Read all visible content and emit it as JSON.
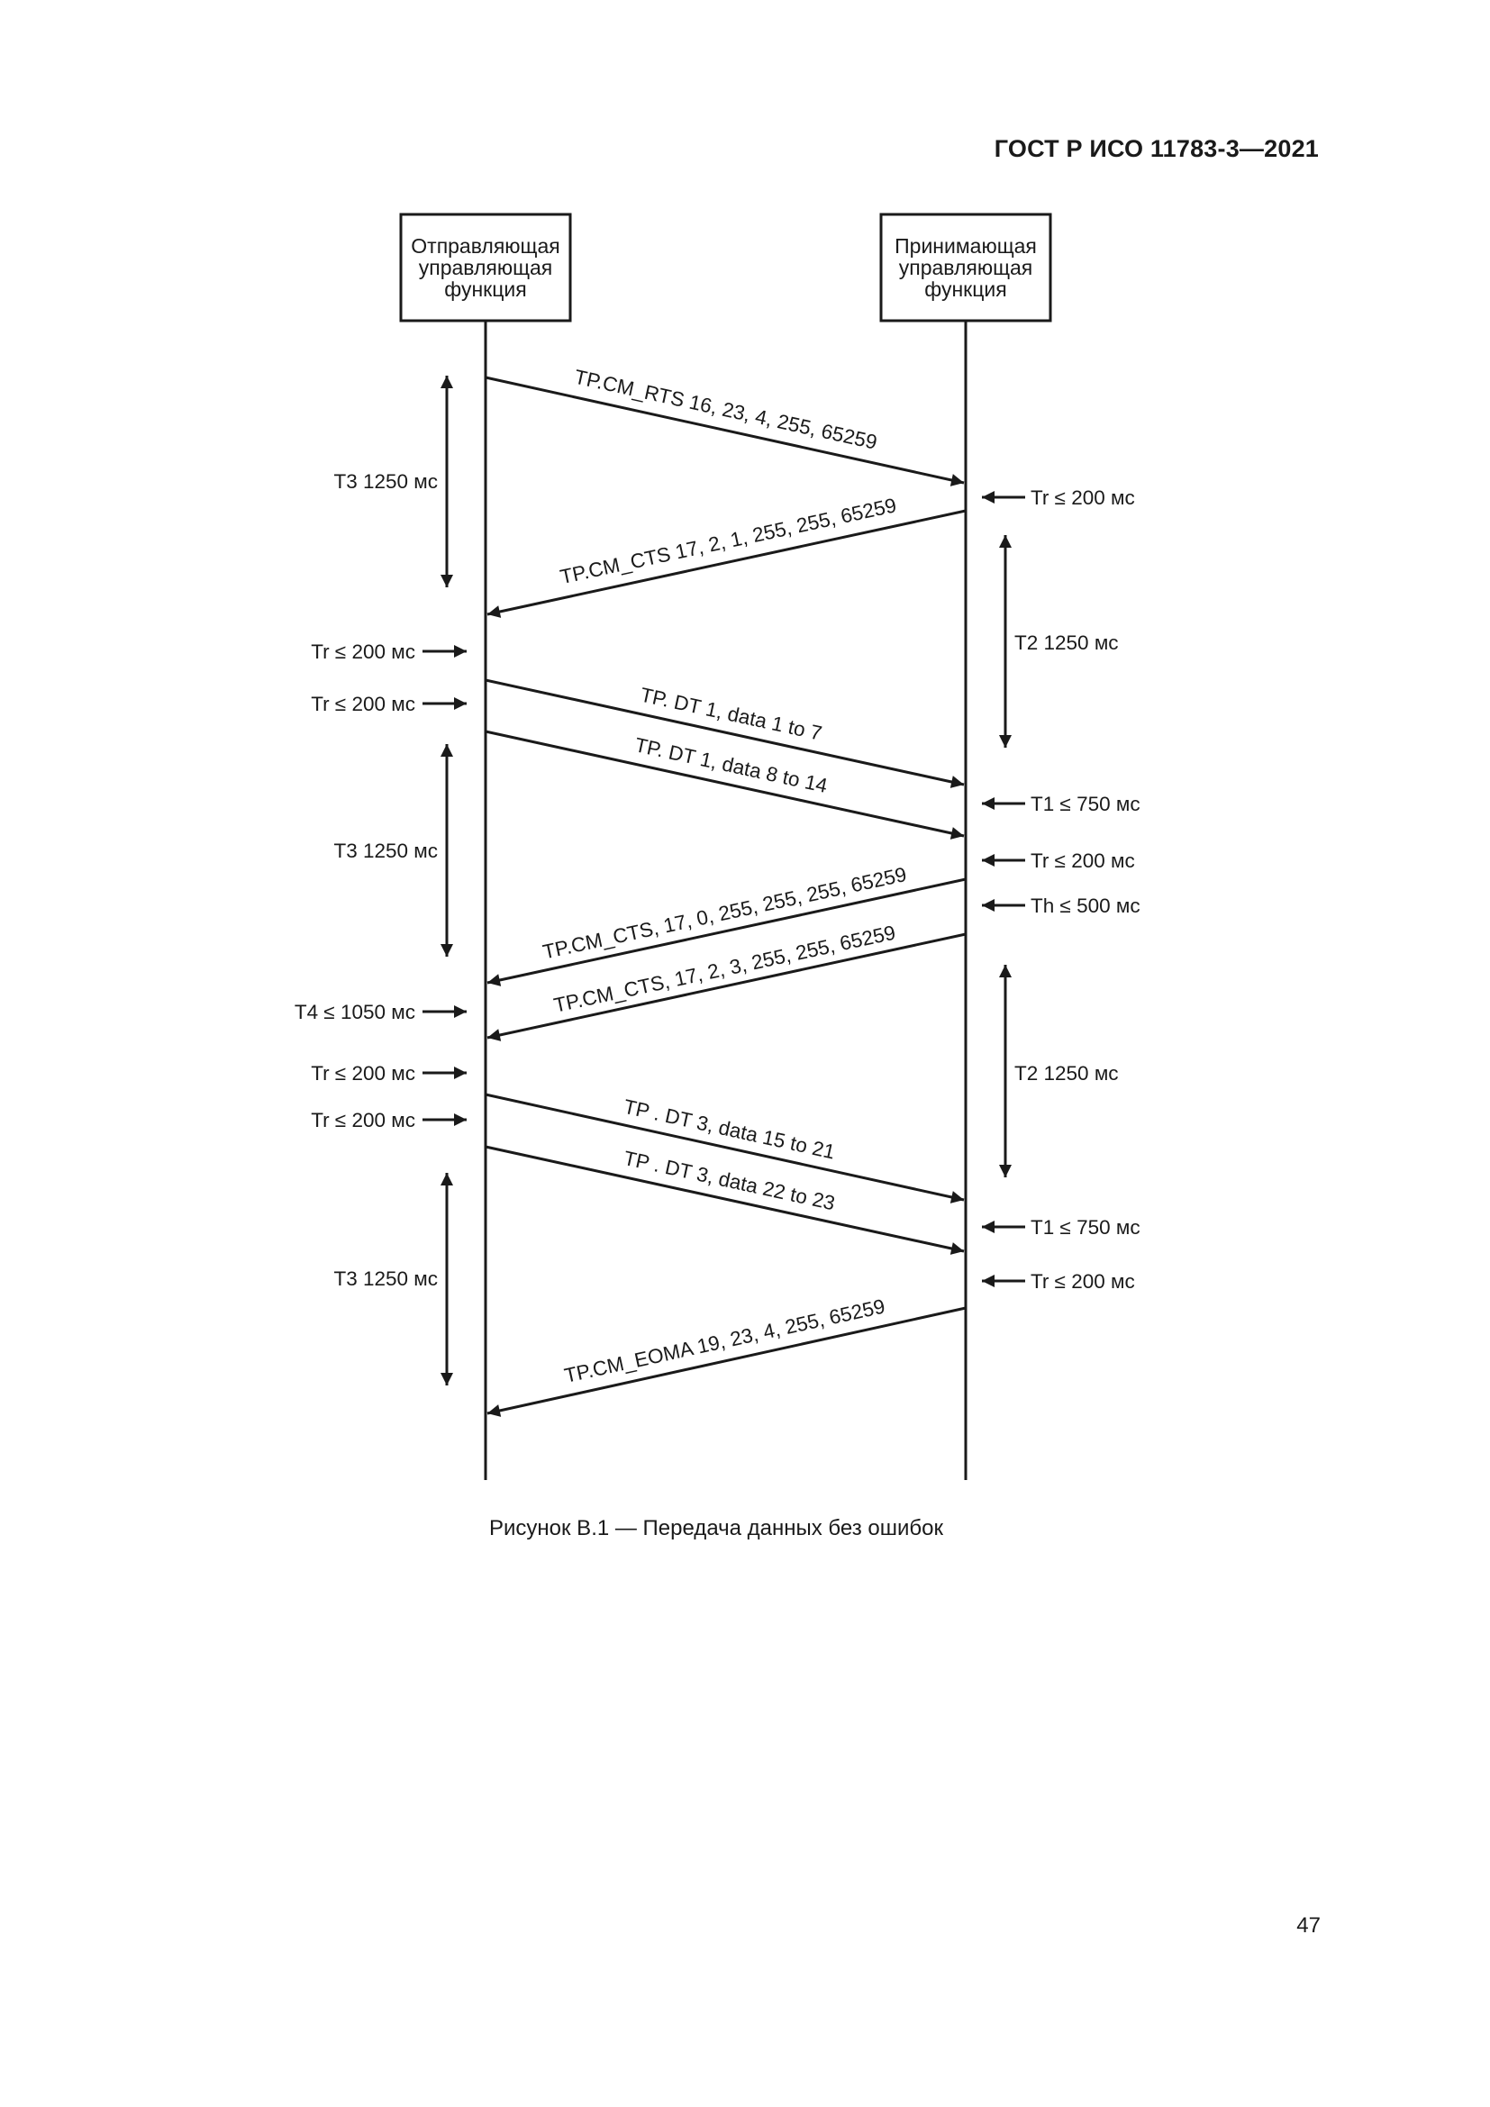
{
  "header": {
    "code": "ГОСТ Р ИСО 11783-3—2021"
  },
  "page_number": "47",
  "figure_caption": "Рисунок В.1 — Передача данных без ошибок",
  "participants": {
    "sender": [
      "Отправляющая",
      "управляющая",
      "функция"
    ],
    "receiver": [
      "Принимающая",
      "управляющая",
      "функция"
    ]
  },
  "messages": [
    {
      "label": "TP.CM_RTS 16, 23, 4, 255, 65259",
      "from": "sender",
      "to": "receiver"
    },
    {
      "label": "TP.CM_CTS 17, 2, 1, 255, 255, 65259",
      "from": "receiver",
      "to": "sender"
    },
    {
      "label": "TP. DT 1, data 1 to 7",
      "from": "sender",
      "to": "receiver"
    },
    {
      "label": "TP. DT 1, data 8 to 14",
      "from": "sender",
      "to": "receiver"
    },
    {
      "label": "TP.CM_CTS, 17, 0, 255, 255, 255, 65259",
      "from": "receiver",
      "to": "sender"
    },
    {
      "label": "TP.CM_CTS, 17, 2, 3, 255, 255, 65259",
      "from": "receiver",
      "to": "sender"
    },
    {
      "label": "TP . DT 3, data 15 to 21",
      "from": "sender",
      "to": "receiver"
    },
    {
      "label": "TP . DT 3, data 22 to 23",
      "from": "sender",
      "to": "receiver"
    },
    {
      "label": "TP.CM_EOMA 19, 23, 4, 255, 65259",
      "from": "receiver",
      "to": "sender"
    }
  ],
  "left_timers": [
    {
      "label": "Tr ≤ 200 мс"
    },
    {
      "label": "Tr ≤ 200 мс"
    },
    {
      "label": "T4 ≤ 1050 мс"
    },
    {
      "label": "Tr ≤ 200 мс"
    },
    {
      "label": "Tr ≤ 200 мс"
    }
  ],
  "right_timers": [
    {
      "label": "Tr ≤ 200 мс"
    },
    {
      "label": "T1 ≤ 750 мс"
    },
    {
      "label": "Tr ≤ 200 мс"
    },
    {
      "label": "Th ≤ 500 мс"
    },
    {
      "label": "T1 ≤ 750 мс"
    },
    {
      "label": "Tr ≤ 200 мс"
    }
  ],
  "left_intervals": [
    {
      "label": "T3 1250 мс"
    },
    {
      "label": "T3 1250 мс"
    },
    {
      "label": "T3 1250 мс"
    }
  ],
  "right_intervals": [
    {
      "label": "T2 1250 мс"
    },
    {
      "label": "T2 1250 мс"
    }
  ],
  "colors": {
    "ink": "#1a1a1a",
    "background": "#ffffff"
  }
}
